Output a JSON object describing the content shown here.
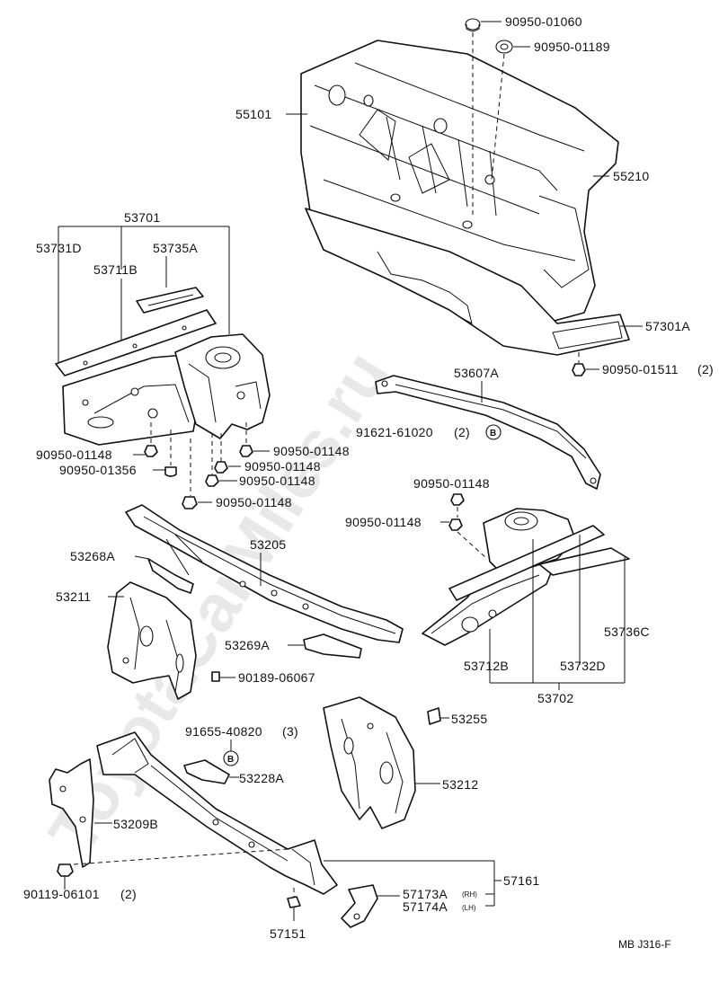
{
  "watermark": "ToyotaCarMiles.ru",
  "diagram_code": "MB J316-F",
  "callout_letter": "B",
  "labels": {
    "p90950_01060": "90950-01060",
    "p90950_01189": "90950-01189",
    "p55101": "55101",
    "p55210": "55210",
    "p57301A": "57301A",
    "p90950_01511": "90950-01511",
    "p90950_01511_qty": "(2)",
    "p53701": "53701",
    "p53731D": "53731D",
    "p53735A": "53735A",
    "p53711B": "53711B",
    "p53607A": "53607A",
    "p91621_61020": "91621-61020",
    "p91621_61020_qty": "(2)",
    "p90950_01148_a": "90950-01148",
    "p90950_01148_b": "90950-01148",
    "p90950_01356": "90950-01356",
    "p90950_01148_c": "90950-01148",
    "p90950_01148_d": "90950-01148",
    "p90950_01148_e": "90950-01148",
    "p90950_01148_f": "90950-01148",
    "p90950_01148_g": "90950-01148",
    "p53268A": "53268A",
    "p53205": "53205",
    "p53211": "53211",
    "p53269A": "53269A",
    "p90189_06067": "90189-06067",
    "p53712B": "53712B",
    "p53732D": "53732D",
    "p53736C": "53736C",
    "p53702": "53702",
    "p91655_40820": "91655-40820",
    "p91655_40820_qty": "(3)",
    "p53255": "53255",
    "p53228A": "53228A",
    "p53212": "53212",
    "p53209B": "53209B",
    "p57161": "57161",
    "p57173A": "57173A",
    "p57173A_side": "(RH)",
    "p57174A": "57174A",
    "p57174A_side": "(LH)",
    "p90119_06101": "90119-06101",
    "p90119_06101_qty": "(2)",
    "p57151": "57151"
  }
}
